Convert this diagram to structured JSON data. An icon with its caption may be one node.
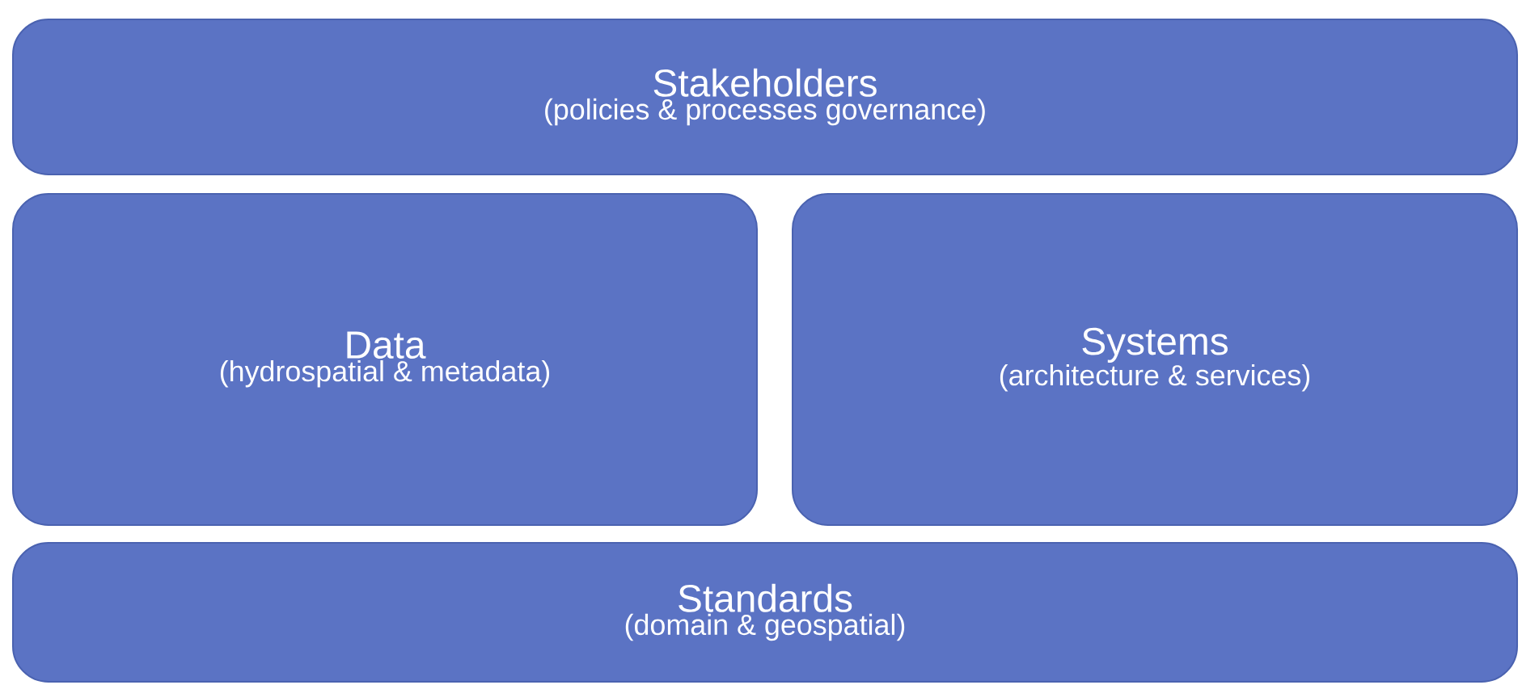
{
  "diagram": {
    "nodes": [
      {
        "text": [
          "Stakeholders",
          "(policies & processes governance)"
        ]
      },
      {
        "text": [
          "Data",
          "(hydrospatial & metadata)"
        ]
      },
      {
        "text": [
          "Systems",
          "(architecture & services)"
        ]
      },
      {
        "text": [
          "Standards",
          "(domain & geospatial)"
        ]
      }
    ]
  }
}
